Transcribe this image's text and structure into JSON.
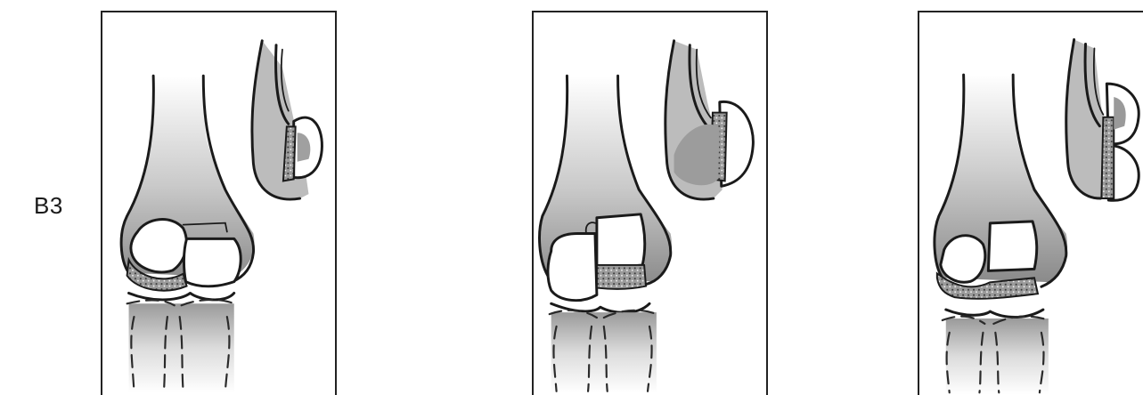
{
  "label": "B3",
  "panels": [
    {
      "id": "left"
    },
    {
      "id": "middle"
    },
    {
      "id": "right"
    }
  ],
  "colors": {
    "outline": "#1a1a1a",
    "bone_shade": "#8f8f8f",
    "fragment": "#ffffff",
    "background": "#ffffff"
  }
}
